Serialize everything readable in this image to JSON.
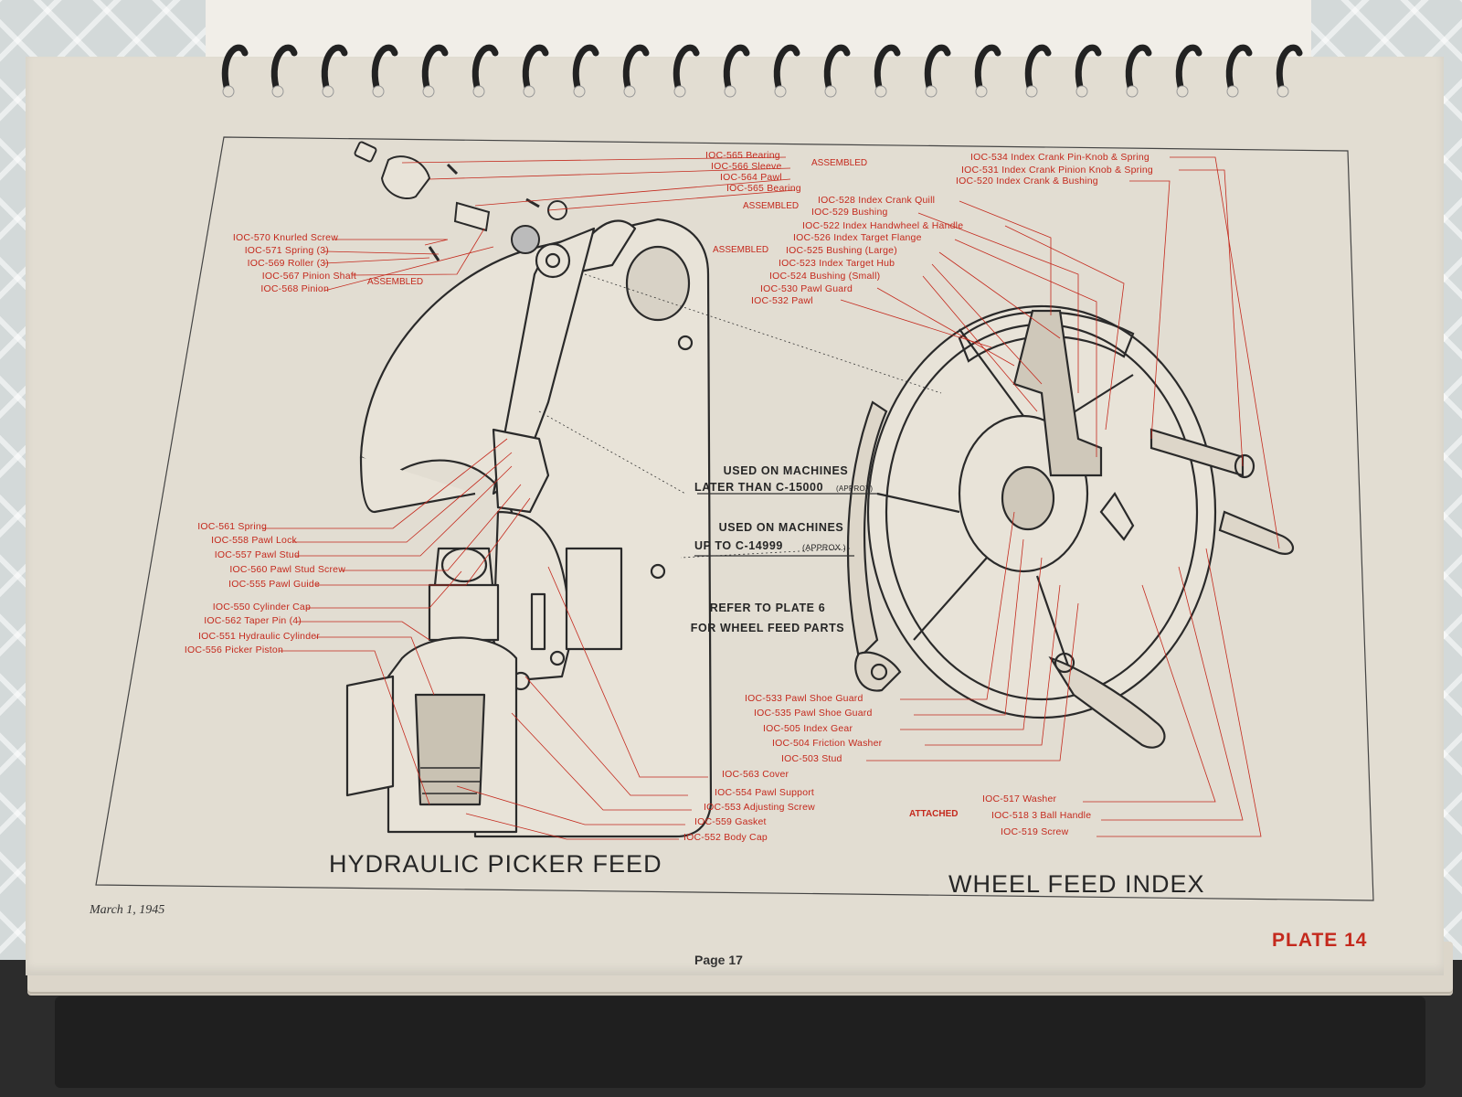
{
  "left_assembly": {
    "title": "HYDRAULIC PICKER FEED",
    "labels_top": [
      "IOC-570 Knurled Screw",
      "IOC-571 Spring (3)",
      "IOC-569 Roller (3)",
      "IOC-567 Pinion Shaft",
      "IOC-568 Pinion"
    ],
    "assembled_tag": "ASSEMBLED",
    "labels_mid": [
      "IOC-561 Spring",
      "IOC-558 Pawl Lock",
      "IOC-557 Pawl Stud",
      "IOC-560 Pawl Stud Screw",
      "IOC-555 Pawl Guide"
    ],
    "labels_low": [
      "IOC-550 Cylinder Cap",
      "IOC-562 Taper Pin (4)",
      "IOC-551 Hydraulic Cylinder",
      "IOC-556 Picker Piston"
    ],
    "labels_bottom": [
      "IOC-563 Cover",
      "IOC-554 Pawl Support",
      "IOC-553 Adjusting Screw",
      "IOC-559 Gasket",
      "IOC-552 Body Cap"
    ]
  },
  "center_top_labels": {
    "group1": [
      "IOC-565 Bearing",
      "IOC-566 Sleeve",
      "IOC-564 Pawl",
      "IOC-565 Bearing"
    ],
    "group1_tag": "ASSEMBLED",
    "group2": [
      "IOC-528 Index Crank Quill",
      "IOC-529 Bushing",
      "IOC-522 Index Handwheel & Handle"
    ],
    "group2_tag": "ASSEMBLED",
    "group3": [
      "IOC-526 Index Target Flange",
      "IOC-525 Bushing (Large)",
      "IOC-523 Index Target Hub",
      "IOC-524 Bushing (Small)",
      "IOC-530 Pawl Guard",
      "IOC-532 Pawl"
    ],
    "group3_tag": "ASSEMBLED"
  },
  "right_assembly": {
    "title": "WHEEL FEED INDEX",
    "labels_top": [
      "IOC-534 Index Crank Pin-Knob & Spring",
      "IOC-531 Index Crank Pinion Knob & Spring",
      "IOC-520 Index Crank & Bushing"
    ],
    "labels_low": [
      "IOC-533 Pawl Shoe Guard",
      "IOC-535 Pawl Shoe Guard",
      "IOC-505 Index Gear",
      "IOC-504 Friction Washer",
      "IOC-503 Stud"
    ],
    "labels_attached": [
      "IOC-517 Washer",
      "IOC-518 3 Ball Handle",
      "IOC-519 Screw"
    ],
    "attached_tag": "ATTACHED"
  },
  "notes": {
    "note1_line1": "USED ON MACHINES",
    "note1_line2": "LATER THAN C-15000",
    "note1_approx": "(APPROX)",
    "note2_line1": "USED ON MACHINES",
    "note2_line2": "UP TO C-14999",
    "note2_approx": "(APPROX.)",
    "note3_line1": "REFER TO PLATE 6",
    "note3_line2": "FOR WHEEL FEED PARTS"
  },
  "footer": {
    "date": "March 1, 1945",
    "page": "Page 17",
    "plate": "PLATE 14"
  },
  "colors": {
    "label_red": "#c4291d",
    "ink": "#262626",
    "paper": "#e2ddd2"
  }
}
